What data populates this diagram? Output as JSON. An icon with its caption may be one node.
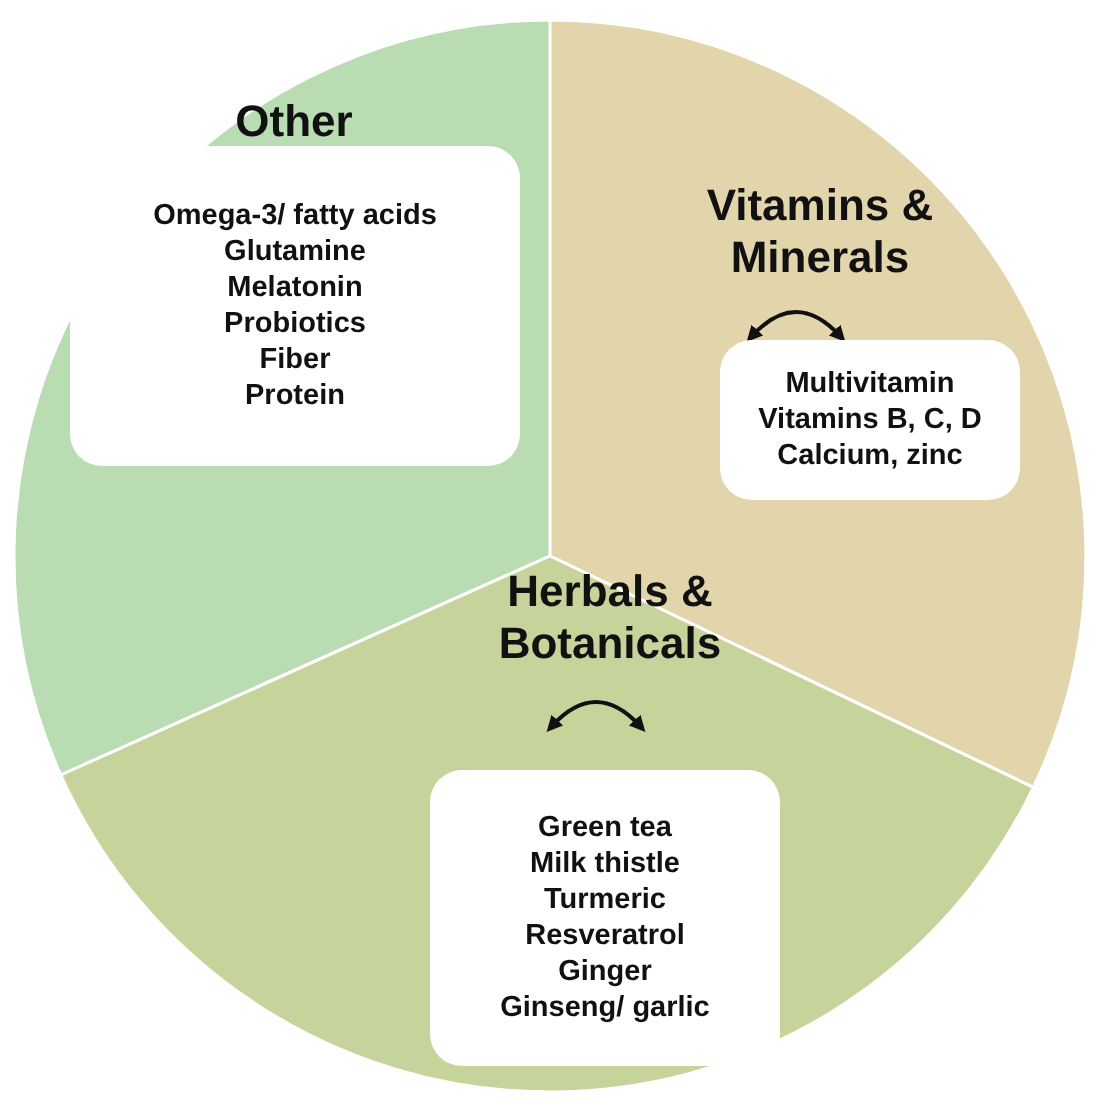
{
  "diagram": {
    "nodes": [
      {
        "text": [
          "Other"
        ]
      },
      {
        "text": [
          "Omega-3/ fatty acids",
          "Glutamine",
          "Melatonin",
          "Probiotics",
          "Fiber",
          "Protein"
        ],
        "in": 0
      },
      {
        "text": [
          "Vitamins & Minerals"
        ]
      },
      {
        "text": [
          "Multivitamin",
          "Vitamins B, C, D",
          "Calcium, zinc"
        ],
        "in": 2
      },
      {
        "text": [
          "Herbals & Botanicals"
        ]
      },
      {
        "text": [
          "Green tea",
          "Milk thistle",
          "Turmeric",
          "Resveratrol",
          "Ginger",
          "Ginseng/ garlic"
        ],
        "in": 4
      }
    ]
  }
}
